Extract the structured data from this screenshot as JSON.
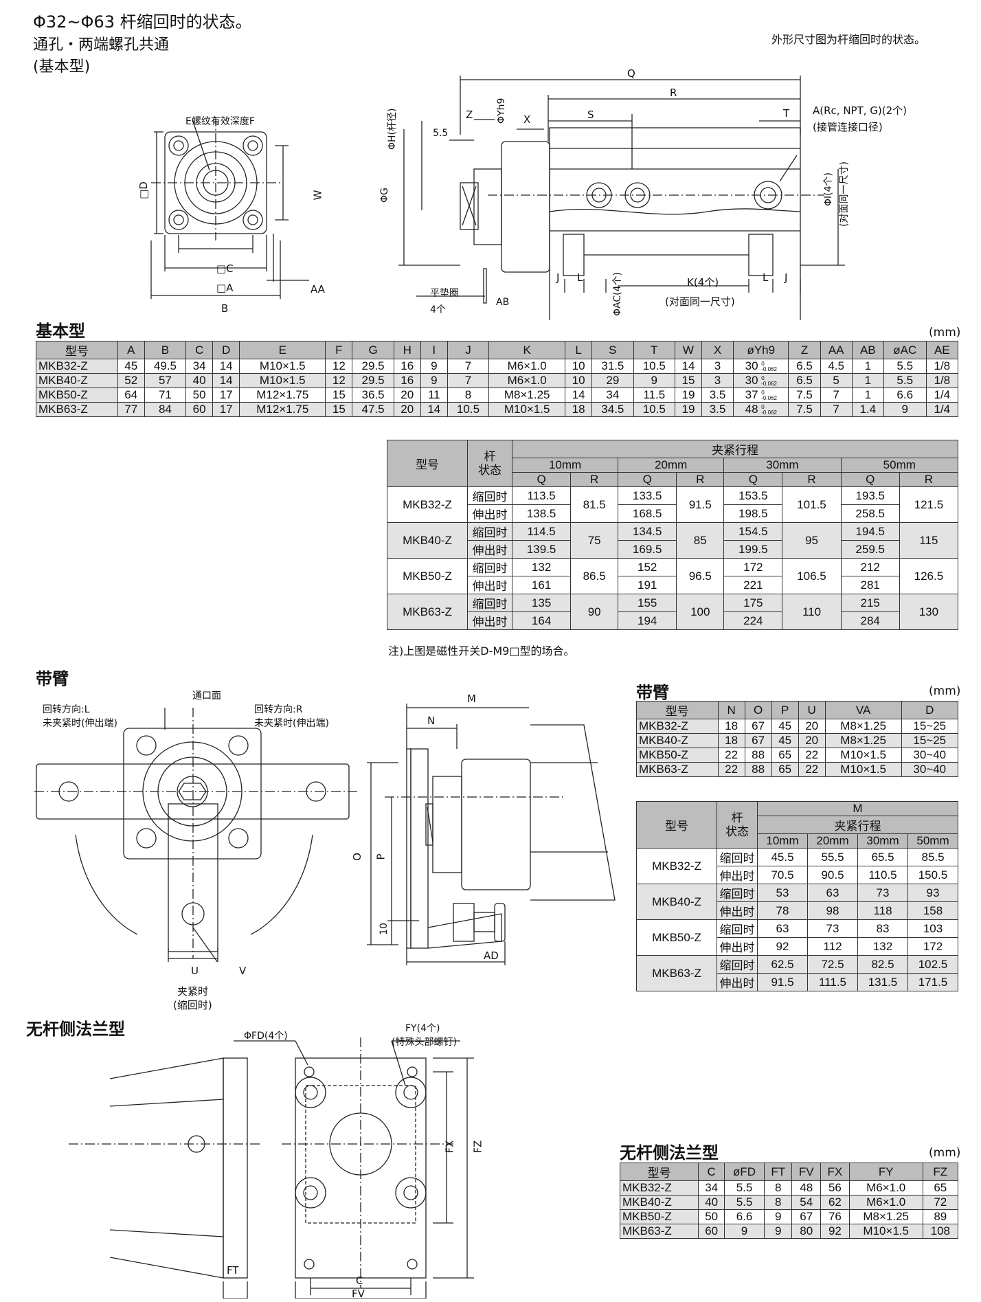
{
  "header": {
    "title": "Φ32~Φ63  杆缩回时的状态。",
    "subtitle1": "通孔・两端螺孔共通",
    "subtitle2": "(基本型)",
    "note_right": "外形尺寸图为杆缩回时的状态。"
  },
  "unit": "(mm)",
  "diagram1": {
    "e_label": "E螺纹有效深度F",
    "d": "□D",
    "w": "W",
    "c": "□C",
    "a": "□A",
    "aa": "AA",
    "b": "B",
    "q": "Q",
    "r": "R",
    "s": "S",
    "t": "T",
    "z": "Z",
    "x": "X",
    "five": "5.5",
    "phi_h": "ΦH(杆径)",
    "phi_y": "ΦYh9",
    "phi_g": "ΦG",
    "port_label": "A(Rc, NPT, G)(2个)",
    "port_label2": "(接管连接口径)",
    "phi_i": "ΦI(4个)",
    "phi_i2": "(对面同一尺寸)",
    "j": "J",
    "l": "L",
    "phi_ac": "ΦAC(4个)",
    "k": "K(4个)",
    "k2": "(对面同一尺寸)",
    "washer": "平垫圈",
    "washer2": "4个",
    "ab": "AB"
  },
  "basic": {
    "title": "基本型",
    "headers": [
      "型号",
      "A",
      "B",
      "C",
      "D",
      "E",
      "F",
      "G",
      "H",
      "I",
      "J",
      "K",
      "L",
      "S",
      "T",
      "W",
      "X",
      "øYh9",
      "Z",
      "AA",
      "AB",
      "øAC",
      "AE"
    ],
    "tol_top": "0",
    "tol_bot": "-0.062",
    "rows": [
      [
        "MKB32-Z",
        "45",
        "49.5",
        "34",
        "14",
        "M10×1.5",
        "12",
        "29.5",
        "16",
        "9",
        "7",
        "M6×1.0",
        "10",
        "31.5",
        "10.5",
        "14",
        "3",
        "30",
        "6.5",
        "4.5",
        "1",
        "5.5",
        "1/8"
      ],
      [
        "MKB40-Z",
        "52",
        "57",
        "40",
        "14",
        "M10×1.5",
        "12",
        "29.5",
        "16",
        "9",
        "7",
        "M6×1.0",
        "10",
        "29",
        "9",
        "15",
        "3",
        "30",
        "6.5",
        "5",
        "1",
        "5.5",
        "1/8"
      ],
      [
        "MKB50-Z",
        "64",
        "71",
        "50",
        "17",
        "M12×1.75",
        "15",
        "36.5",
        "20",
        "11",
        "8",
        "M8×1.25",
        "14",
        "34",
        "11.5",
        "19",
        "3.5",
        "37",
        "7.5",
        "7",
        "1",
        "6.6",
        "1/4"
      ],
      [
        "MKB63-Z",
        "77",
        "84",
        "60",
        "17",
        "M12×1.75",
        "15",
        "47.5",
        "20",
        "14",
        "10.5",
        "M10×1.5",
        "18",
        "34.5",
        "10.5",
        "19",
        "3.5",
        "48",
        "7.5",
        "7",
        "1.4",
        "9",
        "1/4"
      ]
    ]
  },
  "stroke": {
    "h_model": "型号",
    "h_rod": "杆\n状态",
    "h_stroke": "夹紧行程",
    "strokes": [
      "10mm",
      "20mm",
      "30mm",
      "50mm"
    ],
    "q": "Q",
    "r": "R",
    "retract": "缩回时",
    "extend": "伸出时",
    "rows": [
      {
        "model": "MKB32-Z",
        "q": [
          [
            "113.5",
            "138.5"
          ],
          [
            "133.5",
            "168.5"
          ],
          [
            "153.5",
            "198.5"
          ],
          [
            "193.5",
            "258.5"
          ]
        ],
        "r": [
          "81.5",
          "91.5",
          "101.5",
          "121.5"
        ]
      },
      {
        "model": "MKB40-Z",
        "q": [
          [
            "114.5",
            "139.5"
          ],
          [
            "134.5",
            "169.5"
          ],
          [
            "154.5",
            "199.5"
          ],
          [
            "194.5",
            "259.5"
          ]
        ],
        "r": [
          "75",
          "85",
          "95",
          "115"
        ]
      },
      {
        "model": "MKB50-Z",
        "q": [
          [
            "132",
            "161"
          ],
          [
            "152",
            "191"
          ],
          [
            "172",
            "221"
          ],
          [
            "212",
            "281"
          ]
        ],
        "r": [
          "86.5",
          "96.5",
          "106.5",
          "126.5"
        ]
      },
      {
        "model": "MKB63-Z",
        "q": [
          [
            "135",
            "164"
          ],
          [
            "155",
            "194"
          ],
          [
            "175",
            "224"
          ],
          [
            "215",
            "284"
          ]
        ],
        "r": [
          "90",
          "100",
          "110",
          "130"
        ]
      }
    ],
    "note": "注)上图是磁性开关D-M9□型的场合。"
  },
  "arm": {
    "title": "带臂",
    "port_face": "通口面",
    "rot_l": "回转方向:L",
    "rot_l2": "未夹紧时(伸出端)",
    "rot_r": "回转方向:R",
    "rot_r2": "未夹紧时(伸出端)",
    "u": "U",
    "v": "V",
    "clamp": "夹紧时",
    "clamp2": "(缩回时)",
    "m": "M",
    "n": "N",
    "o": "O",
    "p": "P",
    "ten": "10",
    "ad": "AD",
    "table_title": "带臂",
    "headers": [
      "型号",
      "N",
      "O",
      "P",
      "U",
      "VA",
      "D"
    ],
    "rows": [
      [
        "MKB32-Z",
        "18",
        "67",
        "45",
        "20",
        "M8×1.25",
        "15~25"
      ],
      [
        "MKB40-Z",
        "18",
        "67",
        "45",
        "20",
        "M8×1.25",
        "15~25"
      ],
      [
        "MKB50-Z",
        "22",
        "88",
        "65",
        "22",
        "M10×1.5",
        "30~40"
      ],
      [
        "MKB63-Z",
        "22",
        "88",
        "65",
        "22",
        "M10×1.5",
        "30~40"
      ]
    ],
    "m_table": {
      "h_model": "型号",
      "h_rod": "杆\n状态",
      "h_m": "M",
      "h_stroke": "夹紧行程",
      "strokes": [
        "10mm",
        "20mm",
        "30mm",
        "50mm"
      ],
      "retract": "缩回时",
      "extend": "伸出时",
      "rows": [
        {
          "model": "MKB32-Z",
          "r": [
            "45.5",
            "55.5",
            "65.5",
            "85.5"
          ],
          "e": [
            "70.5",
            "90.5",
            "110.5",
            "150.5"
          ]
        },
        {
          "model": "MKB40-Z",
          "r": [
            "53",
            "63",
            "73",
            "93"
          ],
          "e": [
            "78",
            "98",
            "118",
            "158"
          ]
        },
        {
          "model": "MKB50-Z",
          "r": [
            "63",
            "73",
            "83",
            "103"
          ],
          "e": [
            "92",
            "112",
            "132",
            "172"
          ]
        },
        {
          "model": "MKB63-Z",
          "r": [
            "62.5",
            "72.5",
            "82.5",
            "102.5"
          ],
          "e": [
            "91.5",
            "111.5",
            "131.5",
            "171.5"
          ]
        }
      ]
    }
  },
  "flange": {
    "title": "无杆侧法兰型",
    "fd": "ΦFD(4个)",
    "fy": "FY(4个)",
    "fy2": "(特殊头部螺钉)",
    "fx": "FX",
    "fz": "FZ",
    "ft": "FT",
    "c": "C",
    "fv": "FV",
    "table_title": "无杆侧法兰型",
    "headers": [
      "型号",
      "C",
      "øFD",
      "FT",
      "FV",
      "FX",
      "FY",
      "FZ"
    ],
    "rows": [
      [
        "MKB32-Z",
        "34",
        "5.5",
        "8",
        "48",
        "56",
        "M6×1.0",
        "65"
      ],
      [
        "MKB40-Z",
        "40",
        "5.5",
        "8",
        "54",
        "62",
        "M6×1.0",
        "72"
      ],
      [
        "MKB50-Z",
        "50",
        "6.6",
        "9",
        "67",
        "76",
        "M8×1.25",
        "89"
      ],
      [
        "MKB63-Z",
        "60",
        "9",
        "9",
        "80",
        "92",
        "M10×1.5",
        "108"
      ]
    ]
  }
}
